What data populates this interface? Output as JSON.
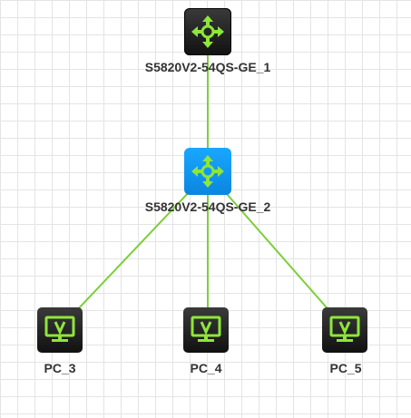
{
  "colors": {
    "link": "#7ccf3a",
    "icon_green": "#8ee63a",
    "selected_tile": "#1aa7ff",
    "label": "#333333"
  },
  "nodes": {
    "switch_1": {
      "label": "S5820V2-54QS-GE_1",
      "icon": "switch-icon"
    },
    "switch_2": {
      "label": "S5820V2-54QS-GE_2",
      "icon": "switch-icon",
      "selected": true
    },
    "pc_3": {
      "label": "PC_3",
      "icon": "monitor-icon"
    },
    "pc_4": {
      "label": "PC_4",
      "icon": "monitor-icon"
    },
    "pc_5": {
      "label": "PC_5",
      "icon": "monitor-icon"
    }
  },
  "links": [
    {
      "from": "switch_1",
      "to": "switch_2"
    },
    {
      "from": "switch_2",
      "to": "pc_3"
    },
    {
      "from": "switch_2",
      "to": "pc_4"
    },
    {
      "from": "switch_2",
      "to": "pc_5"
    }
  ]
}
